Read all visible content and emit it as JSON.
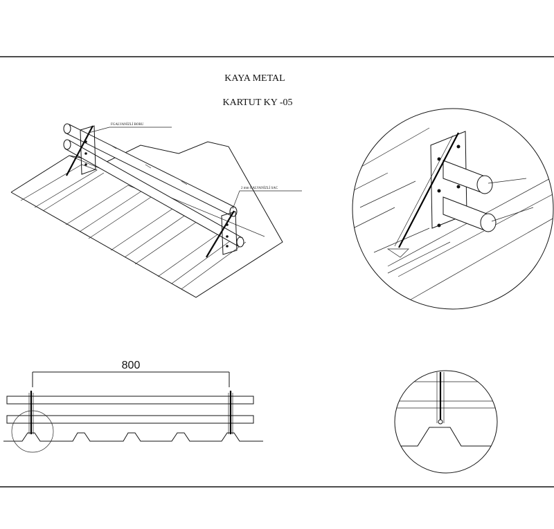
{
  "title": {
    "company": "KAYA METAL",
    "product": "KARTUT KY -05"
  },
  "callouts": {
    "pipe_note": "FGALVANİZLİ BORU",
    "plate_note": "2 mm GALVANİZLİ SAC"
  },
  "dimension": {
    "width": "800"
  },
  "colors": {
    "line": "#111111",
    "background": "#ffffff"
  }
}
